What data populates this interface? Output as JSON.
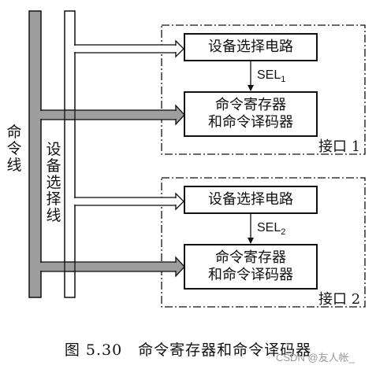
{
  "labels": {
    "command_line": [
      "命",
      "令",
      "线"
    ],
    "device_select_line": [
      "设",
      "备",
      "选",
      "择",
      "线"
    ]
  },
  "interfaces": [
    {
      "select_circuit": "设备选择电路",
      "sel_signal": "SEL",
      "sel_subscript": "1",
      "cmd_box_line1": "命令寄存器",
      "cmd_box_line2": "和命令译码器",
      "name": "接口 1"
    },
    {
      "select_circuit": "设备选择电路",
      "sel_signal": "SEL",
      "sel_subscript": "2",
      "cmd_box_line1": "命令寄存器",
      "cmd_box_line2": "和命令译码器",
      "name": "接口 2"
    }
  ],
  "caption": "图 5.30　命令寄存器和命令译码器",
  "watermark": "CSDN @友人帐_"
}
